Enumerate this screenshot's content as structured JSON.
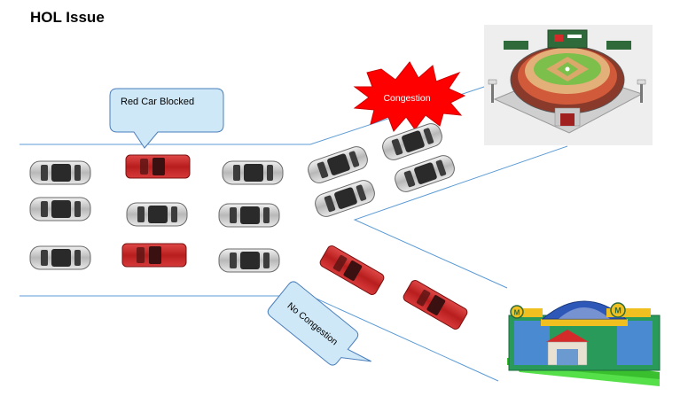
{
  "title": "HOL Issue",
  "callouts": {
    "red_car_blocked": "Red Car Blocked",
    "congestion": "Congestion",
    "no_congestion": "No Congestion"
  },
  "destinations": {
    "stadium": "stadium-icon",
    "mall": "mall-icon"
  },
  "colors": {
    "lane_line": "#5b9bd5",
    "callout_fill": "#cfe8f7",
    "callout_stroke": "#4a7ebb",
    "burst_fill": "#ff0000",
    "red_car": "#d42a2a",
    "silver_car": "#c8c8c8"
  }
}
